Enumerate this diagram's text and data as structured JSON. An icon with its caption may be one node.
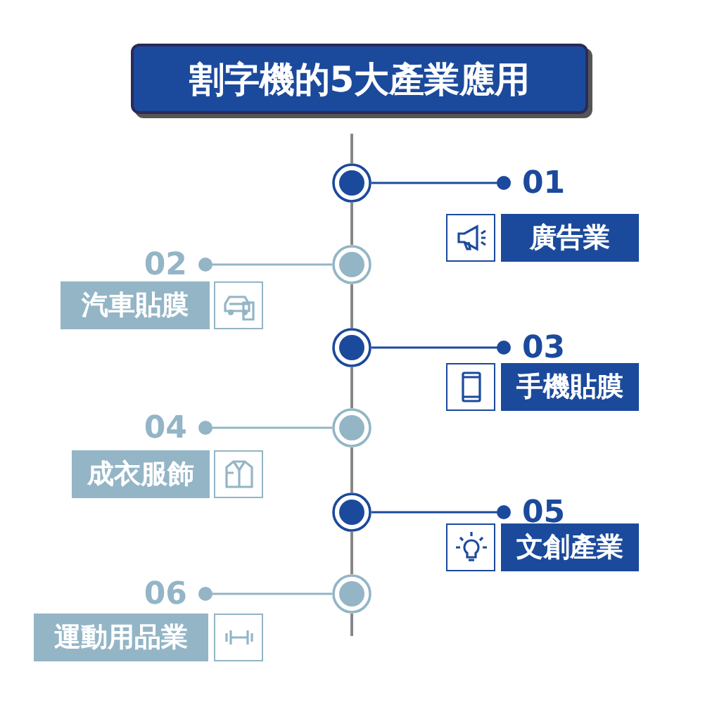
{
  "diagram": {
    "nodes": [
      {
        "text": [
          "割字機的5大產業應用"
        ]
      },
      {
        "text": [],
        "shape": "circle"
      },
      {
        "text": [
          "01"
        ]
      },
      {
        "text": [
          "廣告業"
        ]
      },
      {
        "text": [],
        "shape": "circle"
      },
      {
        "text": [
          "02"
        ]
      },
      {
        "text": [
          "汽車貼膜"
        ]
      },
      {
        "text": [],
        "shape": "circle"
      },
      {
        "text": [
          "03"
        ]
      },
      {
        "text": [
          "手機貼膜"
        ]
      },
      {
        "text": [],
        "shape": "circle"
      },
      {
        "text": [
          "04"
        ]
      },
      {
        "text": [
          "成衣服飾"
        ]
      },
      {
        "text": [],
        "shape": "circle"
      },
      {
        "text": [
          "05"
        ]
      },
      {
        "text": [
          "文創產業"
        ]
      },
      {
        "text": [],
        "shape": "circle"
      },
      {
        "text": [
          "06"
        ]
      },
      {
        "text": [
          "運動用品業"
        ]
      }
    ],
    "edges": [
      {
        "from": 1,
        "to": 2,
        "arrow": "other",
        "color": "#1b4a9c"
      },
      {
        "from": 4,
        "to": 5,
        "arrow": "other",
        "color": "#93b5c6"
      },
      {
        "from": 7,
        "to": 8,
        "arrow": "other",
        "color": "#1b4a9c"
      },
      {
        "from": 10,
        "to": 11,
        "arrow": "other",
        "color": "#93b5c6"
      },
      {
        "from": 13,
        "to": 14,
        "arrow": "other",
        "color": "#1b4a9c"
      },
      {
        "from": 16,
        "to": 17,
        "arrow": "other",
        "color": "#93b5c6"
      },
      {
        "from": 1,
        "to": 4,
        "arrow": "none",
        "color": "#888888"
      },
      {
        "from": 4,
        "to": 7,
        "arrow": "none",
        "color": "#888888"
      },
      {
        "from": 7,
        "to": 10,
        "arrow": "none",
        "color": "#888888"
      },
      {
        "from": 10,
        "to": 13,
        "arrow": "none",
        "color": "#888888"
      },
      {
        "from": 13,
        "to": 16,
        "arrow": "none",
        "color": "#888888"
      }
    ]
  }
}
